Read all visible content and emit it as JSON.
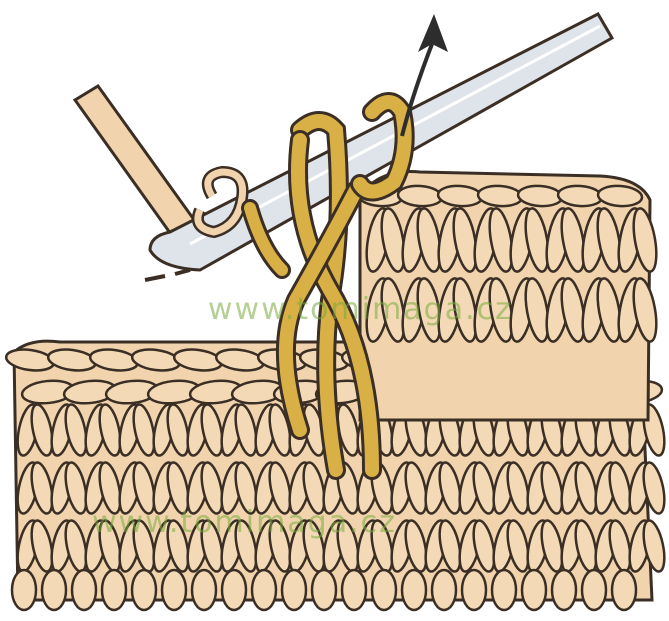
{
  "watermarks": [
    "www.tomimaga.cz",
    "www.tomimaga.cz"
  ],
  "colors": {
    "yarn": "#f1d4ad",
    "yarn_shadow": "#e2bd8e",
    "outline": "#3b2e25",
    "working_loops": "#d9b045",
    "hook": "#dfe3ea",
    "arrow": "#2d2d2d"
  },
  "icons": [
    "crochet-hook",
    "direction-arrow",
    "yarn-strand"
  ]
}
